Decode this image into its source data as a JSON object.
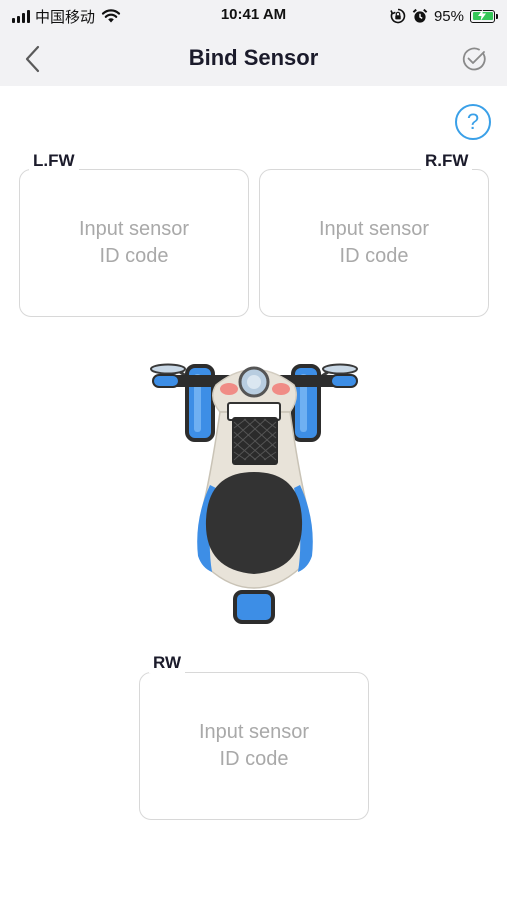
{
  "status_bar": {
    "carrier": "中国移动",
    "time": "10:41 AM",
    "battery_percent": "95%",
    "icons": [
      "signal-icon",
      "wifi-icon",
      "lock-rotation-icon",
      "alarm-icon",
      "battery-charging-icon"
    ]
  },
  "header": {
    "title": "Bind Sensor",
    "back_icon": "chevron-left-icon",
    "confirm_icon": "check-circle-icon"
  },
  "help": {
    "label": "?"
  },
  "sensors": {
    "lfw": {
      "label": "L.FW",
      "placeholder_line1": "Input sensor",
      "placeholder_line2": "ID code"
    },
    "rfw": {
      "label": "R.FW",
      "placeholder_line1": "Input sensor",
      "placeholder_line2": "ID code"
    },
    "rw": {
      "label": "RW",
      "placeholder_line1": "Input sensor",
      "placeholder_line2": "ID code"
    }
  },
  "colors": {
    "accent": "#3aa0e8",
    "tire_blue": "#3d8ee6",
    "body_cream": "#e8e3d9",
    "seat": "#333333",
    "placeholder": "#a9a9a9"
  }
}
